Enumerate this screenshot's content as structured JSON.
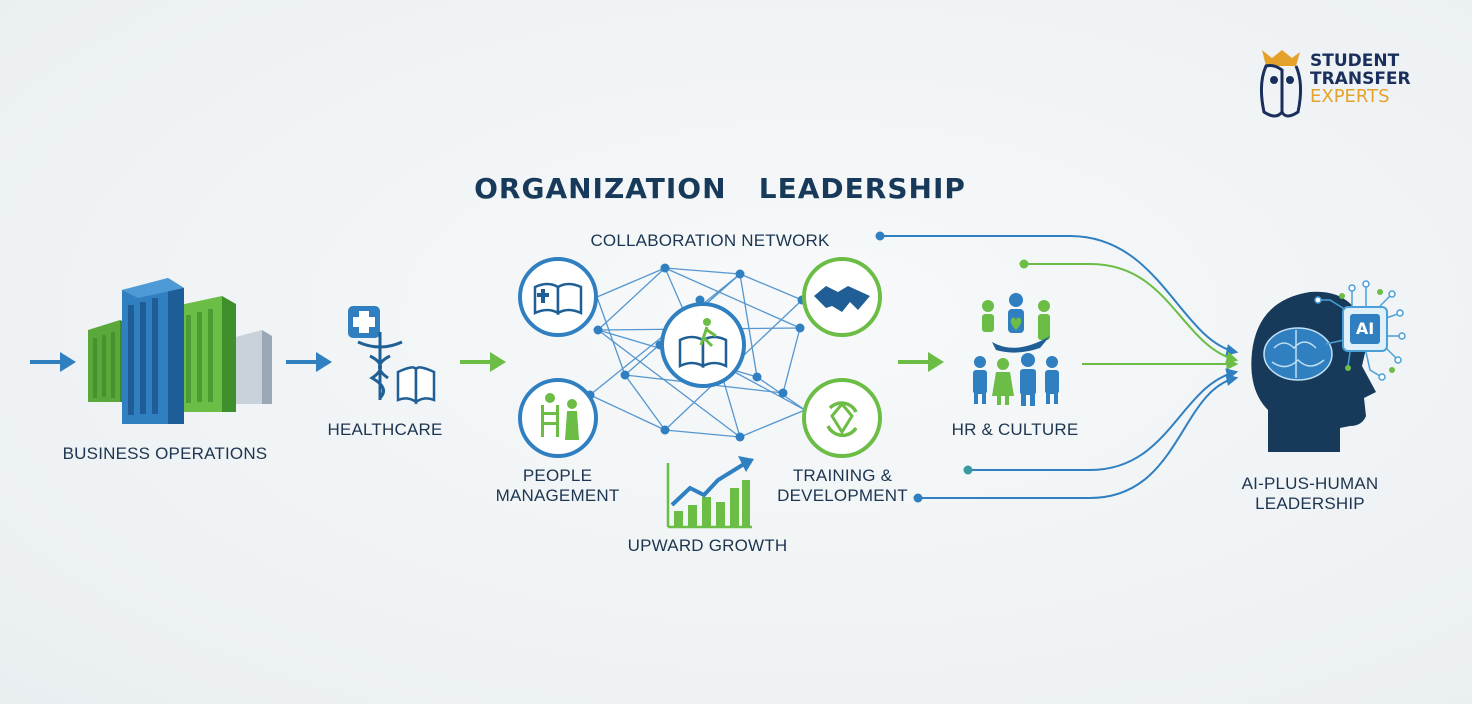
{
  "title": "ORGANIZATION   LEADERSHIP",
  "logo": {
    "line1": "STUDENT",
    "line2": "TRANSFER",
    "line3": "EXPERTS"
  },
  "labels": {
    "business": "BUSINESS OPERATIONS",
    "healthcare": "HEALTHCARE",
    "collab": "COLLABORATION NETWORK",
    "people1": "PEOPLE",
    "people2": "MANAGEMENT",
    "training1": "TRAINING &",
    "training2": "DEVELOPMENT",
    "growth": "UPWARD GROWTH",
    "hr": "HR & CULTURE",
    "ai1": "AI-PLUS-HUMAN",
    "ai2": "LEADERSHIP"
  },
  "ai_chip": "AI",
  "colors": {
    "blue": "#2f7fc1",
    "green": "#6bbd45",
    "navy": "#183a5a",
    "gold": "#e5a22a"
  },
  "icons": [
    "building-icon",
    "caduceus-icon",
    "medical-cross-icon",
    "book-icon",
    "handshake-icon",
    "people-icon",
    "cycle-icon",
    "bar-chart-icon",
    "brain-head-icon",
    "ai-chip-icon"
  ]
}
